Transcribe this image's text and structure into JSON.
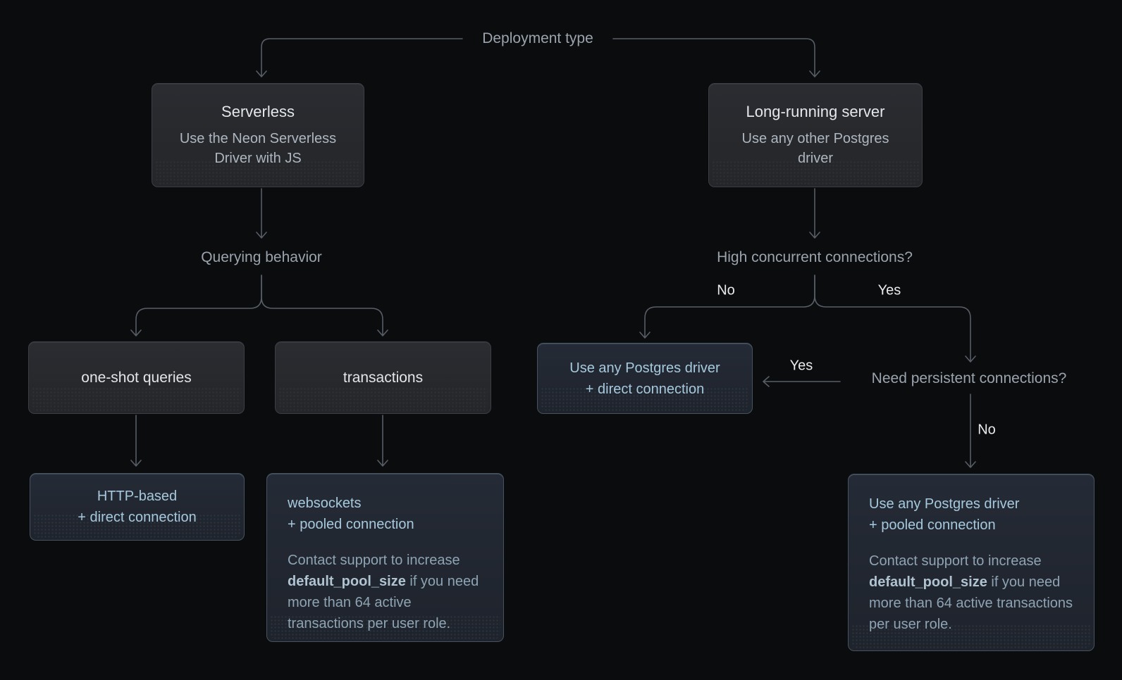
{
  "root_label": "Deployment type",
  "colors": {
    "background": "#0b0c0e",
    "connector_line": "#575e67",
    "gray_box_bg": "#26282c",
    "blue_box_bg": "#20252e",
    "blue_box_border": "#46525f",
    "title_text": "#e4e7ea",
    "subtitle_text": "#aeb6c0",
    "decision_text": "#9ba3ad",
    "blue_text": "#a6c9de",
    "note_text": "#8ea4b4"
  },
  "serverless": {
    "title": "Serverless",
    "subtitle": "Use the Neon Serverless Driver with JS"
  },
  "longrunning": {
    "title": "Long-running server",
    "subtitle": "Use any other Postgres driver"
  },
  "querying_label": "Querying behavior",
  "oneshot_label": "one-shot queries",
  "transactions_label": "transactions",
  "http_result": {
    "line1": "HTTP-based",
    "line2": "+ direct connection"
  },
  "websockets_result": {
    "line1": "websockets",
    "line2": "+ pooled connection",
    "note_pre": "Contact support to increase",
    "note_bold": "default_pool_size",
    "note_post": "if you need more than 64 active transactions per user role."
  },
  "high_concurrent_label": "High concurrent connections?",
  "branch_no": "No",
  "branch_yes": "Yes",
  "direct_result": {
    "line1": "Use any Postgres driver",
    "line2": "+ direct connection"
  },
  "persistent_label": "Need persistent connections?",
  "persistent_yes": "Yes",
  "persistent_no": "No",
  "pooled_result": {
    "line1": "Use any Postgres driver",
    "line2": "+ pooled connection",
    "note_pre": "Contact support to increase",
    "note_bold": "default_pool_size",
    "note_post": "if you need more than 64 active transactions per user role."
  }
}
